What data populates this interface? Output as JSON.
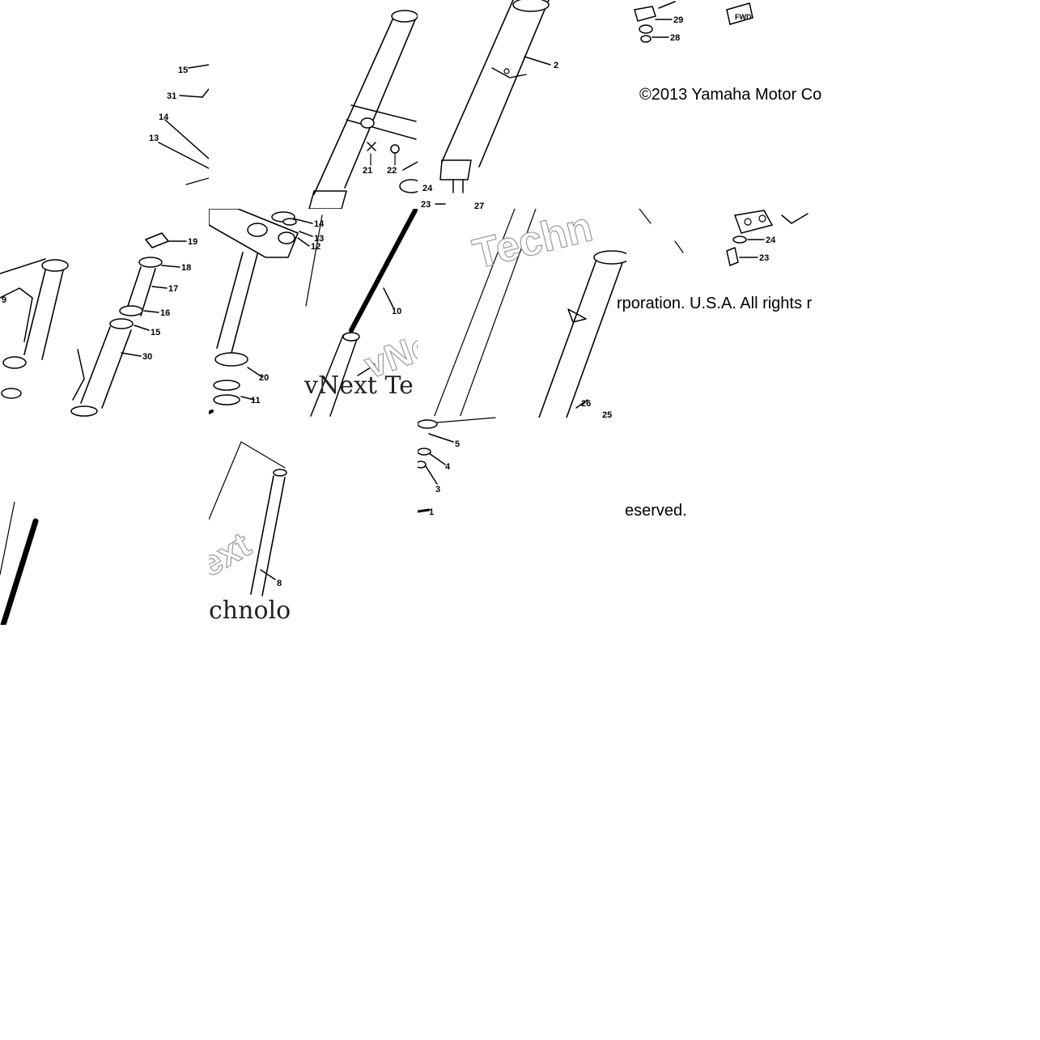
{
  "copyright": {
    "part1": "©2013 Yamaha Motor Co",
    "part2": "rporation. U.S.A. All rights r",
    "part3": "eserved."
  },
  "watermarks": {
    "tech_outline": "Techn",
    "vnext_mid": "vNext Te",
    "vnext_outline": "vNe",
    "next_outline": "ext",
    "chnolo": "chnolo"
  },
  "part_labels": {
    "p1": "1",
    "p2": "2",
    "p3": "3",
    "p4": "4",
    "p5": "5",
    "p8": "8",
    "p9": "9",
    "p10": "10",
    "p11": "11",
    "p12": "12",
    "p13": "13",
    "p13b": "13",
    "p14": "14",
    "p14b": "14",
    "p15": "15",
    "p15b": "15",
    "p16": "16",
    "p17": "17",
    "p18": "18",
    "p19": "19",
    "p20": "20",
    "p21": "21",
    "p22": "22",
    "p23": "23",
    "p23b": "23",
    "p24": "24",
    "p24b": "24",
    "p25": "25",
    "p26": "26",
    "p27": "27",
    "p28": "28",
    "p29": "29",
    "p30": "30",
    "p31": "31"
  }
}
